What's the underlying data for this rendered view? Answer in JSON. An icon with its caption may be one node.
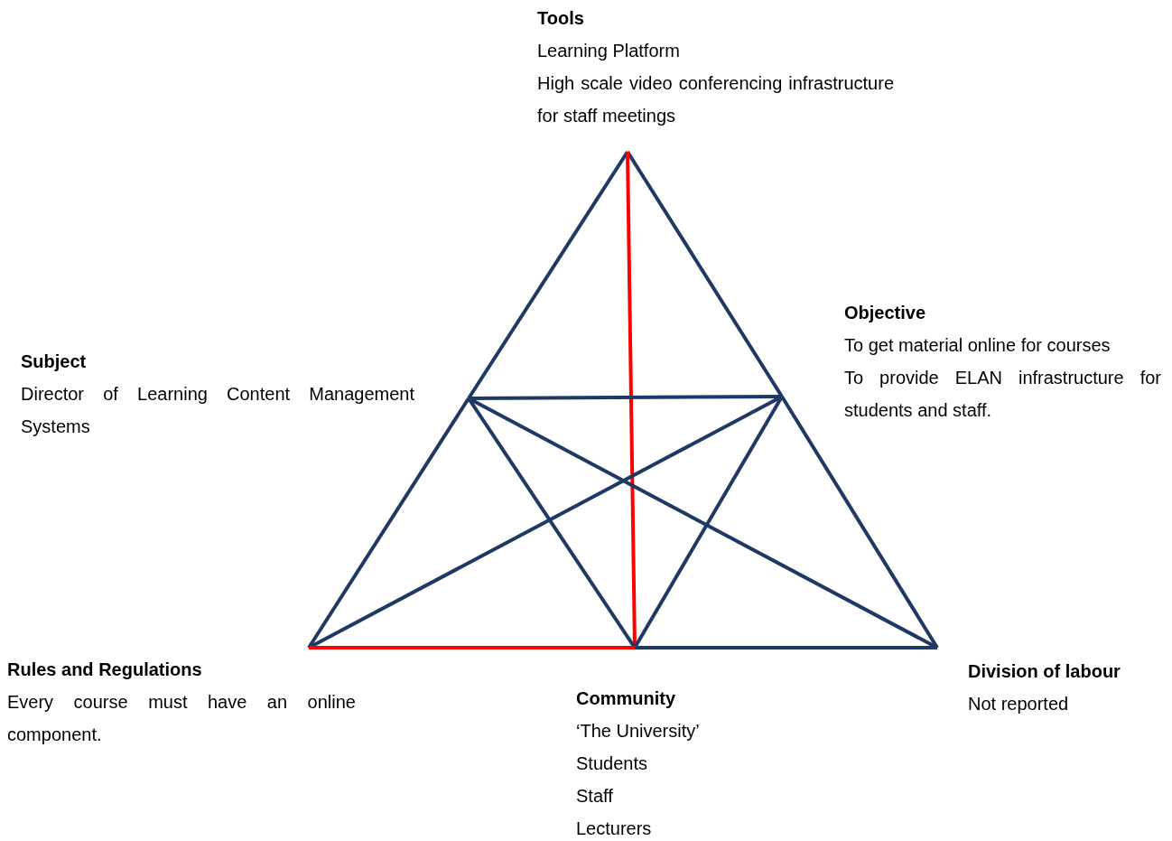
{
  "diagram": {
    "nodes": [
      {
        "text": [
          "Tools",
          "Learning Platform",
          "High scale video conferencing infrastructure for staff meetings"
        ]
      },
      {
        "text": [
          "Objective",
          "To get material online for courses",
          "To provide ELAN infrastructure for students and staff."
        ]
      },
      {
        "text": [
          "Subject",
          "Director of Learning Content Management Systems"
        ]
      },
      {
        "text": [
          "Rules and Regulations",
          "Every course must have an online component."
        ]
      },
      {
        "text": [
          "Community",
          "‘The University’",
          "Students",
          "Staff",
          "Lecturers"
        ]
      },
      {
        "text": [
          "Division of labour",
          "Not reported"
        ]
      }
    ],
    "edges": [
      {
        "from": 0,
        "to": 2,
        "arrow": "none"
      },
      {
        "from": 0,
        "to": 1,
        "arrow": "none"
      },
      {
        "from": 0,
        "to": 4,
        "arrow": "none",
        "color": "#ff0000"
      },
      {
        "from": 2,
        "to": 1,
        "arrow": "none"
      },
      {
        "from": 2,
        "to": 3,
        "arrow": "none"
      },
      {
        "from": 2,
        "to": 4,
        "arrow": "none"
      },
      {
        "from": 2,
        "to": 5,
        "arrow": "none"
      },
      {
        "from": 1,
        "to": 3,
        "arrow": "none"
      },
      {
        "from": 1,
        "to": 4,
        "arrow": "none"
      },
      {
        "from": 1,
        "to": 5,
        "arrow": "none"
      },
      {
        "from": 3,
        "to": 4,
        "arrow": "none",
        "color": "#ff0000"
      },
      {
        "from": 4,
        "to": 5,
        "arrow": "none"
      }
    ]
  }
}
